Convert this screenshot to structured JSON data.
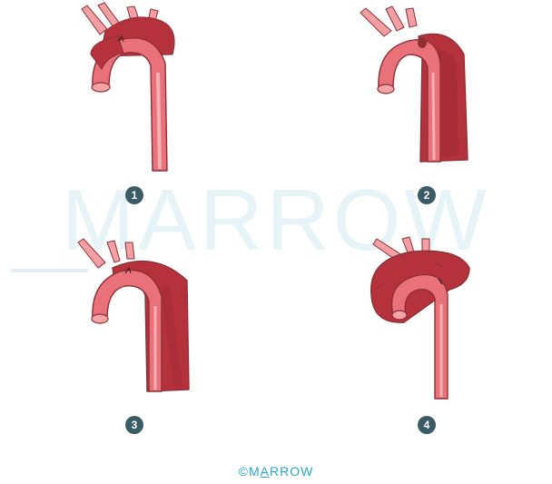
{
  "watermark_text": "MARROW",
  "panels": [
    {
      "number": "1"
    },
    {
      "number": "2"
    },
    {
      "number": "3"
    },
    {
      "number": "4"
    }
  ],
  "footer": {
    "symbol": "©",
    "first": "M",
    "underlined": "A",
    "rest": "RROW"
  },
  "colors": {
    "aorta_fill": "#e9727a",
    "aorta_light": "#f4a3a6",
    "aorta_outline": "#8e2f35",
    "false_lumen": "#b5323c",
    "false_lumen_dark": "#9b2731",
    "badge": "#3b5b66",
    "footer_text": "#2aa7c9",
    "watermark": "#e6f4f8"
  }
}
